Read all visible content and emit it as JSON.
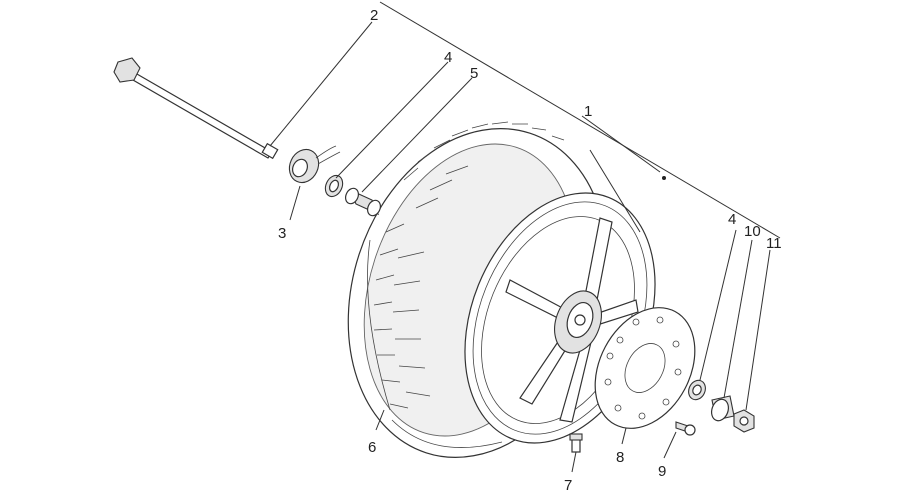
{
  "callouts": {
    "c1": "1",
    "c2": "2",
    "c3": "3",
    "c4a": "4",
    "c5": "5",
    "c6": "6",
    "c7": "7",
    "c8": "8",
    "c9": "9",
    "c4b": "4",
    "c10": "10",
    "c11": "11"
  }
}
